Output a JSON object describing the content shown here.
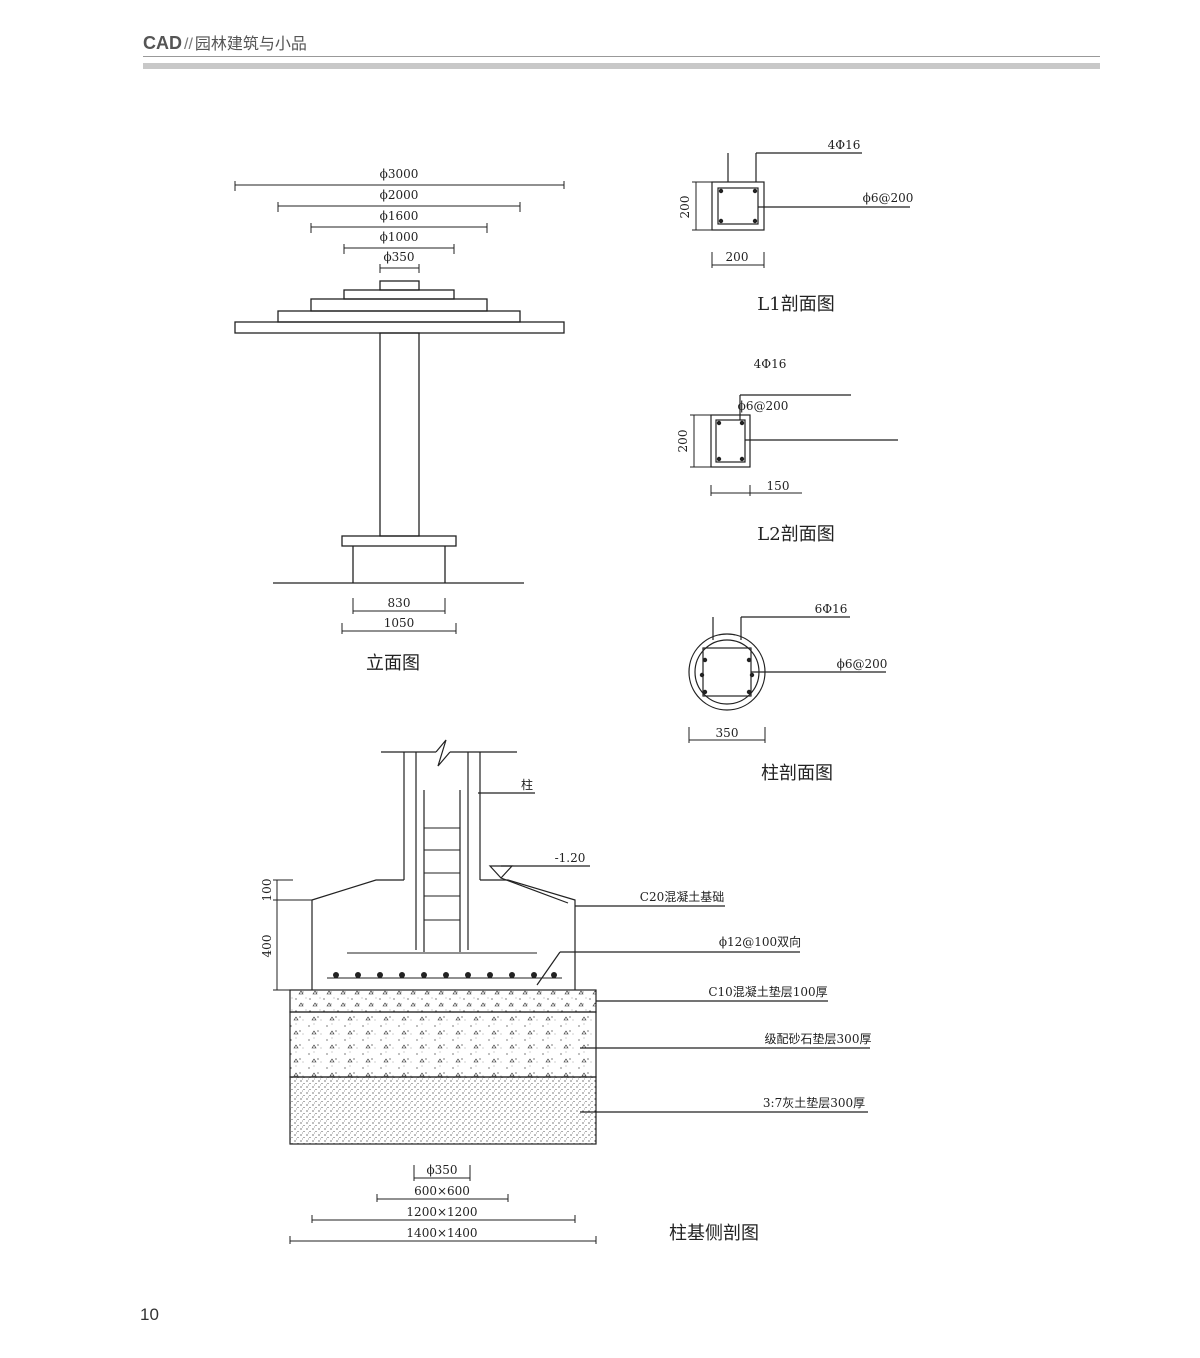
{
  "header": {
    "brand": "CAD",
    "separator": "//",
    "subtitle": "园林建筑与小品"
  },
  "page_number": "10",
  "elevation": {
    "title": "立面图",
    "dims_top": [
      "ϕ3000",
      "ϕ2000",
      "ϕ1600",
      "ϕ1000",
      "ϕ350"
    ],
    "dims_bottom": [
      "830",
      "1050"
    ]
  },
  "l1": {
    "title": "L1剖面图",
    "rebar_main": "4Φ16",
    "stirrup": "ϕ6@200",
    "height": "200",
    "width": "200"
  },
  "l2": {
    "title": "L2剖面图",
    "rebar_main": "4Φ16",
    "stirrup": "ϕ6@200",
    "height": "200",
    "width": "150"
  },
  "column": {
    "title": "柱剖面图",
    "rebar_main": "6Φ16",
    "stirrup": "ϕ6@200",
    "diameter": "350"
  },
  "foundation": {
    "title": "柱基侧剖图",
    "label_column": "柱",
    "level": "-1.20",
    "label_c20": "C20混凝土基础",
    "label_rebar": "ϕ12@100双向",
    "label_c10": "C10混凝土垫层100厚",
    "label_gravel": "级配砂石垫层300厚",
    "label_lime": "3:7灰土垫层300厚",
    "dim_100": "100",
    "dim_400": "400",
    "dims_bottom": [
      "ϕ350",
      "600×600",
      "1200×1200",
      "1400×1400"
    ]
  }
}
